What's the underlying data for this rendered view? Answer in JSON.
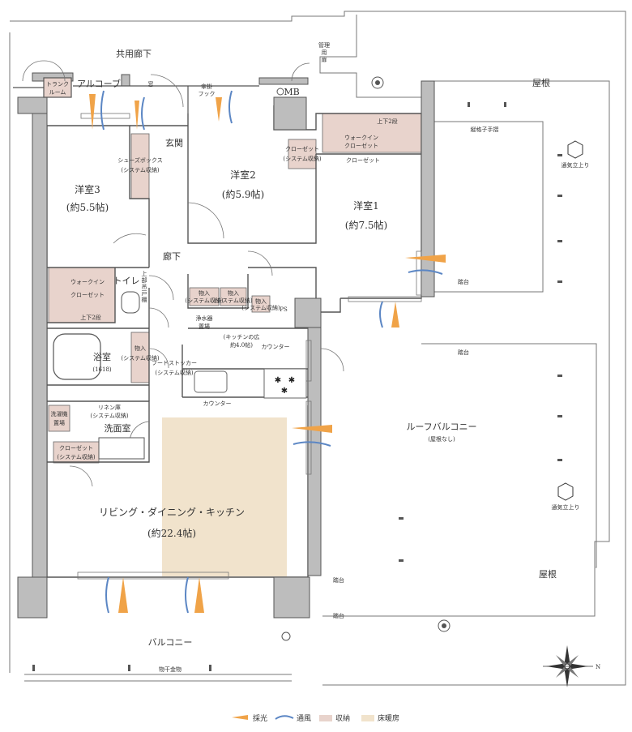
{
  "rooms": {
    "kyoyo_roka": "共用廊下",
    "alcove": "アルコーブ",
    "trunk_room": [
      "トランク",
      "ルーム"
    ],
    "mado": "窓",
    "kasakake_hook": [
      "傘掛",
      "フック"
    ],
    "mb": "MB",
    "kanri_yo": [
      "管理",
      "用",
      "扉"
    ],
    "genkan": "玄関",
    "shoes_box": [
      "シューズボックス",
      "(システム収納)"
    ],
    "yoshitsu3": "洋室3",
    "yoshitsu3_size": "(約5.5帖)",
    "yoshitsu2": "洋室2",
    "yoshitsu2_size": "(約5.9帖)",
    "yoshitsu1": "洋室1",
    "yoshitsu1_size": "(約7.5帖)",
    "closet_w2": [
      "クローゼット",
      "(システム収納)"
    ],
    "wic1_tag": "上下2段",
    "wic1": "ウォークイン",
    "wic1_sub": "クローゼット",
    "wic1_closet": "クローゼット",
    "roka": "廊下",
    "wic3": "ウォークイン",
    "wic3_sub": "クローゼット",
    "wic3_tag": "上下2段",
    "toilet": "トイレ",
    "jobu_todana": [
      "上",
      "部",
      "吊",
      "戸",
      "棚"
    ],
    "monoire_a": "物入",
    "monoire_a_sub": "(システム収納)",
    "monoire_b": "物入",
    "monoire_b_sub": "(システム収納)",
    "monoire_c": "物入",
    "monoire_c_sub": "(システム収納)",
    "monoire_bath": [
      "物入",
      "(システム収納)"
    ],
    "josuiki": [
      "浄水器",
      "置場"
    ],
    "kitchen_size": [
      "(キッチンの広",
      "約4.0帖)"
    ],
    "ps": "PS",
    "yokushitsu": "浴室",
    "yokushitsu_size": "(1618)",
    "food_storage": [
      "フードストッカー",
      "(システム収納)"
    ],
    "counter_upper": "カウンター",
    "counter_lower": "カウンター",
    "linen": [
      "リネン庫",
      "(システム収納)"
    ],
    "sentakuki": [
      "洗濯機",
      "置場"
    ],
    "senmenshitsu": "洗面室",
    "closet_3": "クローゼット",
    "closet_3_sub": "(システム収納)",
    "ldk": "リビング・ダイニング・キッチン",
    "ldk_size": "(約22.4帖)",
    "balcony": "バルコニー",
    "monohoshi": "物干金物",
    "roof_balcony": "ルーフバルコニー",
    "roof_balcony_sub": "(屋根なし)",
    "yane_top": "屋根",
    "yane_bottom": "屋根",
    "koshi_tesuri": "縦格子手摺",
    "tsuki_top": "通気立上り",
    "tsuki_bottom": "通気立上り",
    "fumidai_1": "踏台",
    "fumidai_2": "踏台",
    "fumidai_3": "踏台",
    "fumidai_4": "踏台",
    "compass_n": "N"
  },
  "legend": {
    "light": "採光",
    "wind": "通風",
    "storage": "収納",
    "floor_heat": "床暖房"
  },
  "colors": {
    "wall": "#a9a9a9",
    "wall_stroke": "#555555",
    "storage": "#e8d3cc",
    "floor_heat": "#f1e3cc",
    "light_arrow": "#f0a348",
    "wind_arrow": "#5b86c4",
    "line": "#444444"
  }
}
